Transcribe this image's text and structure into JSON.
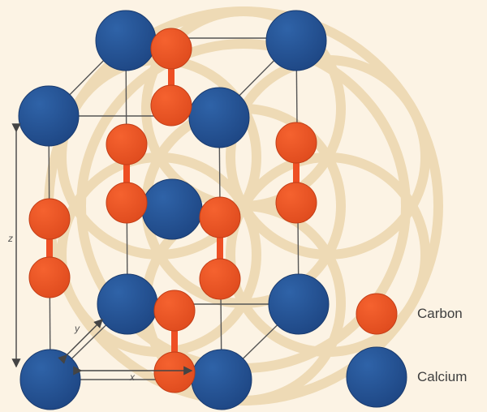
{
  "legend": {
    "carbon_label": "Carbon",
    "calcium_label": "Calcium"
  },
  "axes": {
    "x_label": "x",
    "y_label": "y",
    "z_label": "z"
  },
  "colors": {
    "background": "#fcf3e4",
    "watermark": "#ecd6ad",
    "carbon": "#ee4f24",
    "calcium": "#234f8e",
    "bond_line": "#555555"
  }
}
